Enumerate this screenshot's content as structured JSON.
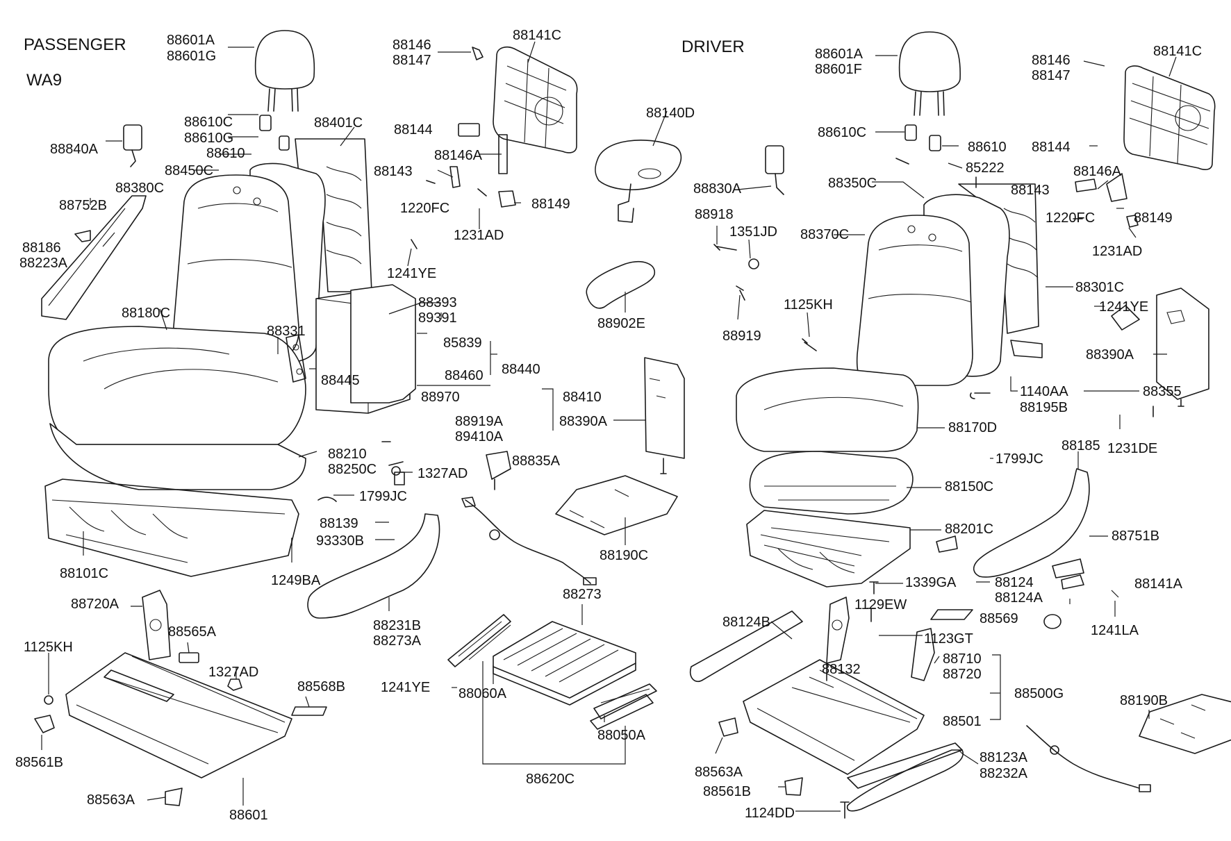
{
  "headings": {
    "passenger": "PASSENGER",
    "model": "WA9",
    "driver": "DRIVER"
  },
  "passenger_labels": [
    "88601A",
    "88601G",
    "88610C",
    "88610G",
    "88610",
    "88840A",
    "88450C",
    "88380C",
    "88401C",
    "88752B",
    "88186",
    "88223A",
    "88180C",
    "88331",
    "88445",
    "88393",
    "89391",
    "85839",
    "88460",
    "88440",
    "88970",
    "88410",
    "88919A",
    "89410A",
    "88210",
    "88250C",
    "1327AD",
    "88835A",
    "1799JC",
    "88139",
    "93330B",
    "88101C",
    "1249BA",
    "88231B",
    "88273A",
    "88720A",
    "88565A",
    "1125KH",
    "1327AD",
    "88568B",
    "88561B",
    "88563A",
    "88601"
  ],
  "center_labels": [
    "88146",
    "88147",
    "88141C",
    "88144",
    "88146A",
    "88143",
    "1220FC",
    "88149",
    "1231AD",
    "1241YE",
    "88140D",
    "88902E",
    "88390A",
    "88190C",
    "88273",
    "88060A",
    "1241YE",
    "88050A",
    "88620C"
  ],
  "driver_labels": [
    "88601A",
    "88601F",
    "88610C",
    "88610",
    "88830A",
    "88350C",
    "88370C",
    "85222",
    "88918",
    "1351JD",
    "88919",
    "1125KH",
    "88146",
    "88147",
    "88141C",
    "88144",
    "88146A",
    "88143",
    "1220FC",
    "88149",
    "1231AD",
    "88301C",
    "1241YE",
    "88390A",
    "1140AA",
    "88195B",
    "88355",
    "1231DE",
    "88170D",
    "1799JC",
    "88150C",
    "88185",
    "88201C",
    "88751B",
    "1339GA",
    "88124",
    "88124A",
    "88141A",
    "1241LA",
    "1129EW",
    "88569",
    "88124B",
    "1123GT",
    "88132",
    "88710",
    "88720",
    "88500G",
    "88501",
    "88190B",
    "88563A",
    "88123A",
    "88232A",
    "88561B",
    "1124DD"
  ]
}
